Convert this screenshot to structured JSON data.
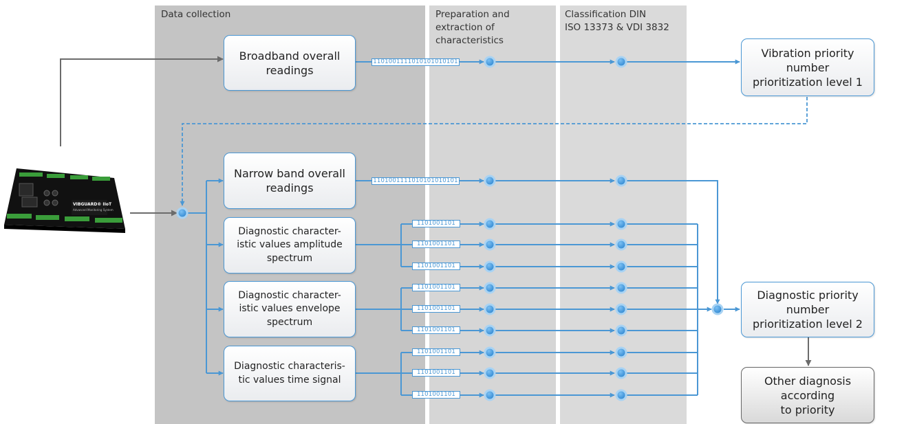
{
  "stages": [
    {
      "label": "Data collection"
    },
    {
      "label": "Preparation and\nextraction of\ncharacteristics"
    },
    {
      "label": "Classification DIN\nISO 13373 & VDI 3832"
    }
  ],
  "boxes": {
    "broadband": "Broadband overall\nreadings",
    "narrowband": "Narrow band overall\nreadings",
    "amplitude": "Diagnostic character-\nistic values amplitude\nspectrum",
    "envelope": "Diagnostic character-\nistic values envelope\nspectrum",
    "time_signal": "Diagnostic characteris-\ntic values time signal",
    "vibration_priority": "Vibration priority number\nprioritization level 1",
    "diagnostic_priority": "Diagnostic priority number\nprioritization level 2",
    "other_diagnosis": "Other diagnosis according\nto priority"
  },
  "bit_tags": {
    "long": "1101001111010101010101",
    "short": "1101001101"
  },
  "device": {
    "brand": "VIBGUARD® IIoT",
    "subtitle": "Advanced Monitoring System"
  },
  "colors": {
    "accent": "#4a97d4",
    "arrow_gray": "#6b6b6b",
    "panel_dark": "#c4c4c4",
    "panel_light": "#dadada"
  }
}
